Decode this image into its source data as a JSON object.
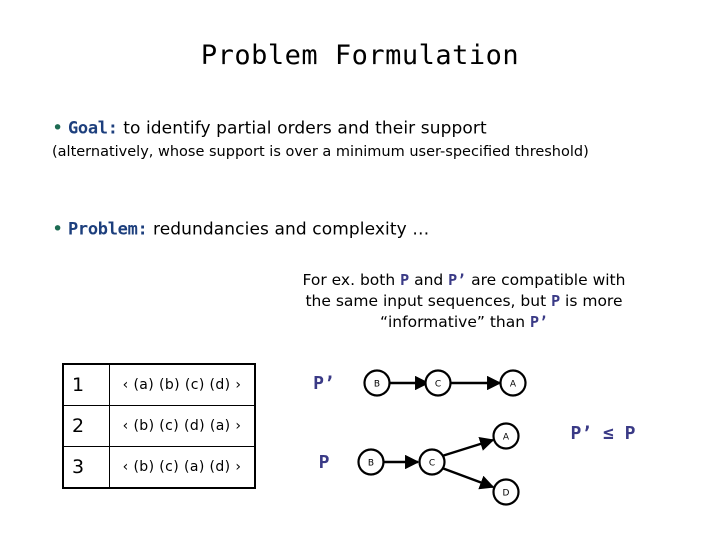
{
  "slide": {
    "title": "Problem Formulation",
    "bullets": [
      {
        "dot": "•",
        "key": "Goal:",
        "rest": " to identify partial orders and their support",
        "sub": "(alternatively, whose support is over a minimum user-specified threshold)"
      },
      {
        "dot": "•",
        "key": "Problem:",
        "rest": " redundancies and complexity …",
        "sub": ""
      }
    ],
    "example": {
      "line1_a": "For ex. both ",
      "line1_p": "P",
      "line1_b": " and ",
      "line1_pp": "P’",
      "line1_c": " are compatible with",
      "line2_a": "the same  input sequences, but ",
      "line2_p": "P",
      "line2_b": " is more",
      "line3_a": "“informative” than ",
      "line3_pp": "P’"
    },
    "table": {
      "rows": [
        {
          "index": "1",
          "sequence": "‹ (a) (b) (c) (d) ›"
        },
        {
          "index": "2",
          "sequence": "‹ (b) (c) (d) (a) ›"
        },
        {
          "index": "3",
          "sequence": "‹ (b) (c) (a) (d) ›"
        }
      ]
    },
    "graphs": [
      {
        "name": "p-prime",
        "label": "P’",
        "nodes": [
          "B",
          "C",
          "A"
        ],
        "edges": [
          "B→C",
          "C→A"
        ]
      },
      {
        "name": "p",
        "label": "P",
        "nodes": [
          "B",
          "C",
          "A",
          "D"
        ],
        "edges": [
          "B→C",
          "C→A",
          "C→D"
        ]
      }
    ],
    "relation": "P’ ≤ P",
    "colors": {
      "title": "#000000",
      "bullet_dot": "#1d6b52",
      "bullet_key": "#1d3f7d",
      "poset_symbol": "#3a3a86",
      "body": "#000000",
      "background": "#ffffff"
    }
  }
}
